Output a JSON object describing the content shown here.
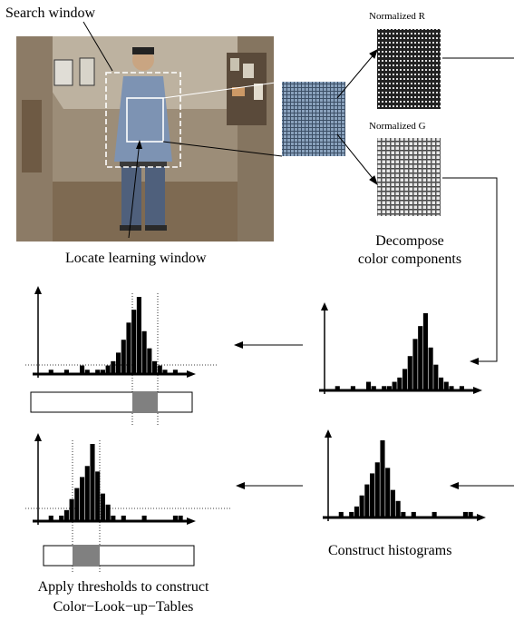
{
  "labels": {
    "search_window": "Search window",
    "locate_learning_window": "Locate learning window",
    "normalized_r": "Normalized R",
    "normalized_g": "Normalized G",
    "decompose_line1": "Decompose",
    "decompose_line2": "color components",
    "construct_histograms": "Construct histograms",
    "apply_line1": "Apply thresholds to construct",
    "apply_line2": "Color−Look−up−Tables"
  },
  "colors": {
    "photo_wall": "#a89a86",
    "photo_floor": "#7e6a52",
    "shirt": "#7d93b3",
    "jeans": "#4f607c",
    "fabric_blue": "#6f8aa6",
    "threshold_fill": "#808080",
    "line": "#000000"
  },
  "histograms": {
    "upper_r": [
      0,
      1,
      0,
      0,
      1,
      0,
      0,
      2,
      1,
      0,
      1,
      1,
      2,
      3,
      5,
      8,
      12,
      15,
      18,
      10,
      6,
      3,
      2,
      1,
      0,
      1,
      0,
      0
    ],
    "lower_g": [
      0,
      1,
      0,
      1,
      2,
      4,
      6,
      8,
      10,
      14,
      9,
      5,
      3,
      1,
      0,
      1,
      0,
      0,
      0,
      1,
      0,
      0,
      0,
      0,
      0,
      1,
      1,
      0
    ]
  }
}
